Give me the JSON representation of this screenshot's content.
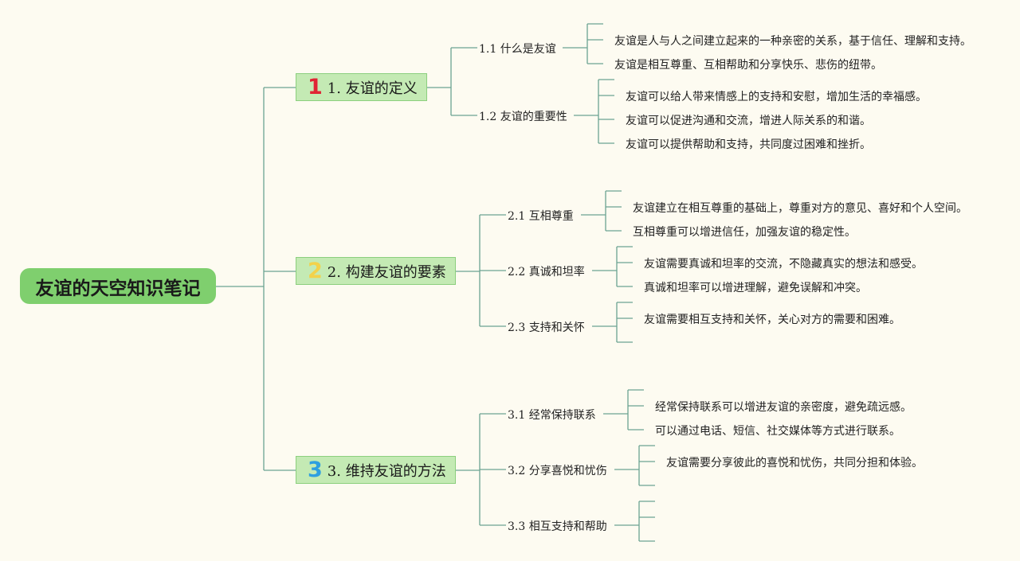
{
  "root": {
    "title": "友谊的天空知识笔记"
  },
  "branches": [
    {
      "number": "1",
      "label": "1. 友谊的定义",
      "number_color": "#e02434",
      "subs": [
        {
          "label": "1.1 什么是友谊",
          "leaves": [
            "友谊是人与人之间建立起来的一种亲密的关系，基于信任、理解和支持。",
            "友谊是相互尊重、互相帮助和分享快乐、悲伤的纽带。"
          ]
        },
        {
          "label": "1.2 友谊的重要性",
          "leaves": [
            "友谊可以给人带来情感上的支持和安慰，增加生活的幸福感。",
            "友谊可以促进沟通和交流，增进人际关系的和谐。",
            "友谊可以提供帮助和支持，共同度过困难和挫折。"
          ]
        }
      ]
    },
    {
      "number": "2",
      "label": "2. 构建友谊的要素",
      "number_color": "#f3d24a",
      "subs": [
        {
          "label": "2.1 互相尊重",
          "leaves": [
            "友谊建立在相互尊重的基础上，尊重对方的意见、喜好和个人空间。",
            "互相尊重可以增进信任，加强友谊的稳定性。"
          ]
        },
        {
          "label": "2.2 真诚和坦率",
          "leaves": [
            "友谊需要真诚和坦率的交流，不隐藏真实的想法和感受。",
            "真诚和坦率可以增进理解，避免误解和冲突。"
          ]
        },
        {
          "label": "2.3 支持和关怀",
          "leaves": [
            "友谊需要相互支持和关怀，关心对方的需要和困难。"
          ]
        }
      ]
    },
    {
      "number": "3",
      "label": "3. 维持友谊的方法",
      "number_color": "#2e9fe0",
      "subs": [
        {
          "label": "3.1 经常保持联系",
          "leaves": [
            "经常保持联系可以增进友谊的亲密度，避免疏远感。",
            "可以通过电话、短信、社交媒体等方式进行联系。"
          ]
        },
        {
          "label": "3.2 分享喜悦和忧伤",
          "leaves": [
            "友谊需要分享彼此的喜悦和忧伤，共同分担和体验。"
          ]
        },
        {
          "label": "3.3 相互支持和帮助",
          "leaves": []
        }
      ]
    }
  ],
  "colors": {
    "line": "#6ba392",
    "branch_fill": "#c4eab4",
    "root_fill": "#7fcf6e"
  }
}
